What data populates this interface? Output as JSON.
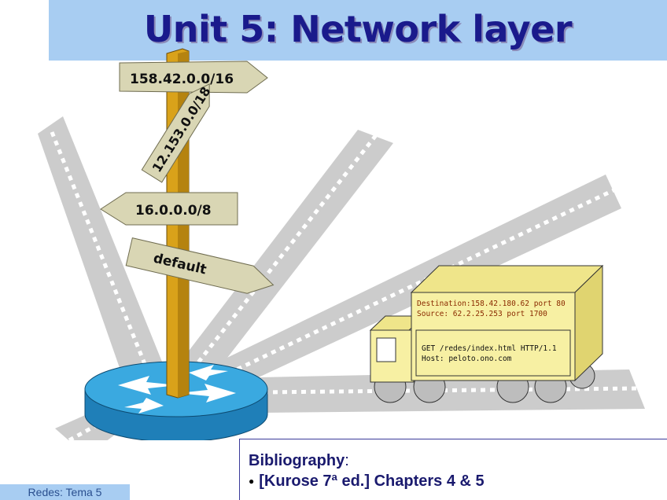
{
  "slide": {
    "title": "Unit 5: Network layer",
    "footer": "Redes: Tema 5"
  },
  "signpost": {
    "signs": [
      "158.42.0.0/16",
      "12.153.0.0/18",
      "16.0.0.0/8",
      "default"
    ]
  },
  "truck": {
    "header_line1": "Destination:158.42.180.62 port 80",
    "header_line2": "Source: 62.2.25.253 port 1700",
    "body_line1": "GET /redes/index.html HTTP/1.1",
    "body_line2": "Host: peloto.ono.com"
  },
  "bibliography": {
    "title": "Bibliography",
    "colon": ":",
    "item": "[Kurose 7ª ed.] Chapters 4 & 5"
  },
  "colors": {
    "title_bar": "#a8cdf2",
    "title_text": "#1a1a8c",
    "road": "#cccccc",
    "sign": "#d9d6b4",
    "pole": "#d9a21a",
    "truck": "#f7f0a3",
    "router": "#2f9fd6"
  }
}
